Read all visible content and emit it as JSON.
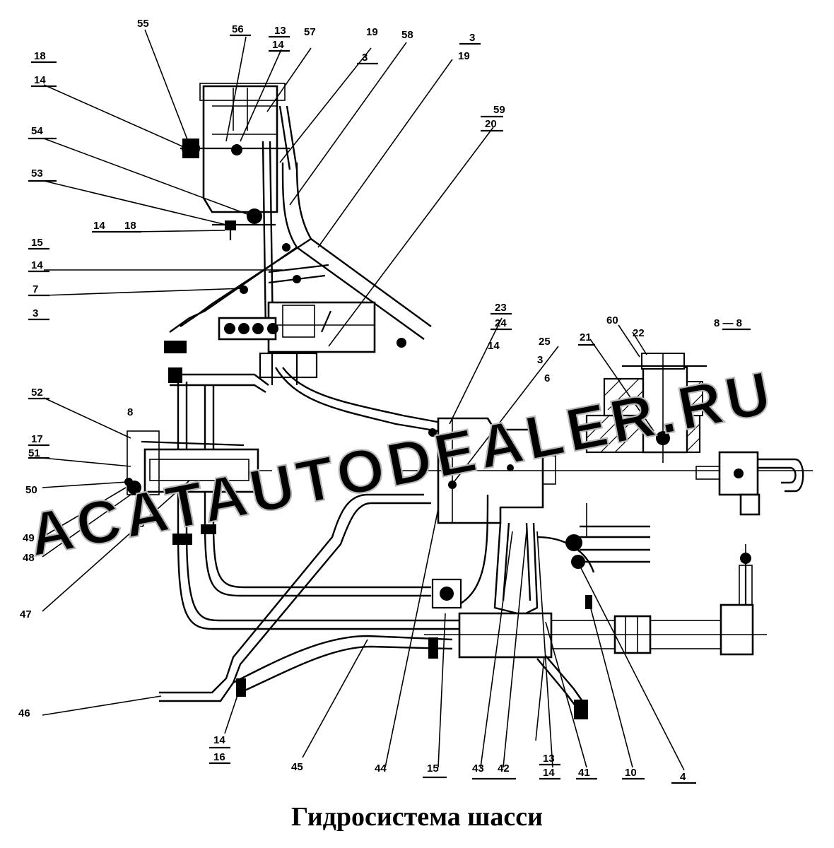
{
  "title": "Гидросистема шасси",
  "watermark": "ACATAUTODEALER.RU",
  "section_label": "8 — 8",
  "callouts": {
    "c55": "55",
    "c56": "56",
    "c13a": "13",
    "c14a": "14",
    "c57": "57",
    "c19a": "19",
    "c3a": "3",
    "c58": "58",
    "c3b": "3",
    "c19b": "19",
    "c59": "59",
    "c20": "20",
    "c18a": "18",
    "c14b": "14",
    "c54": "54",
    "c53": "53",
    "c14c": "14",
    "c18b": "18",
    "c15a": "15",
    "c14d": "14",
    "c7": "7",
    "c3c": "3",
    "c23": "23",
    "c24": "24",
    "c14e": "14",
    "c25": "25",
    "c3d": "3",
    "c6": "6",
    "c60": "60",
    "c21": "21",
    "c22": "22",
    "c52": "52",
    "c8a": "8",
    "c17": "17",
    "c51": "51",
    "c50": "50",
    "c8b": "8",
    "c49": "49",
    "c48": "48",
    "c47": "47",
    "c46": "46",
    "c14f": "14",
    "c16": "16",
    "c45": "45",
    "c44": "44",
    "c15b": "15",
    "c43": "43",
    "c42": "42",
    "c13b": "13",
    "c14g": "14",
    "c41": "41",
    "c10": "10",
    "c4": "4"
  },
  "colors": {
    "ink": "#000000",
    "paper": "#ffffff",
    "watermark": "#b8b8b8"
  }
}
